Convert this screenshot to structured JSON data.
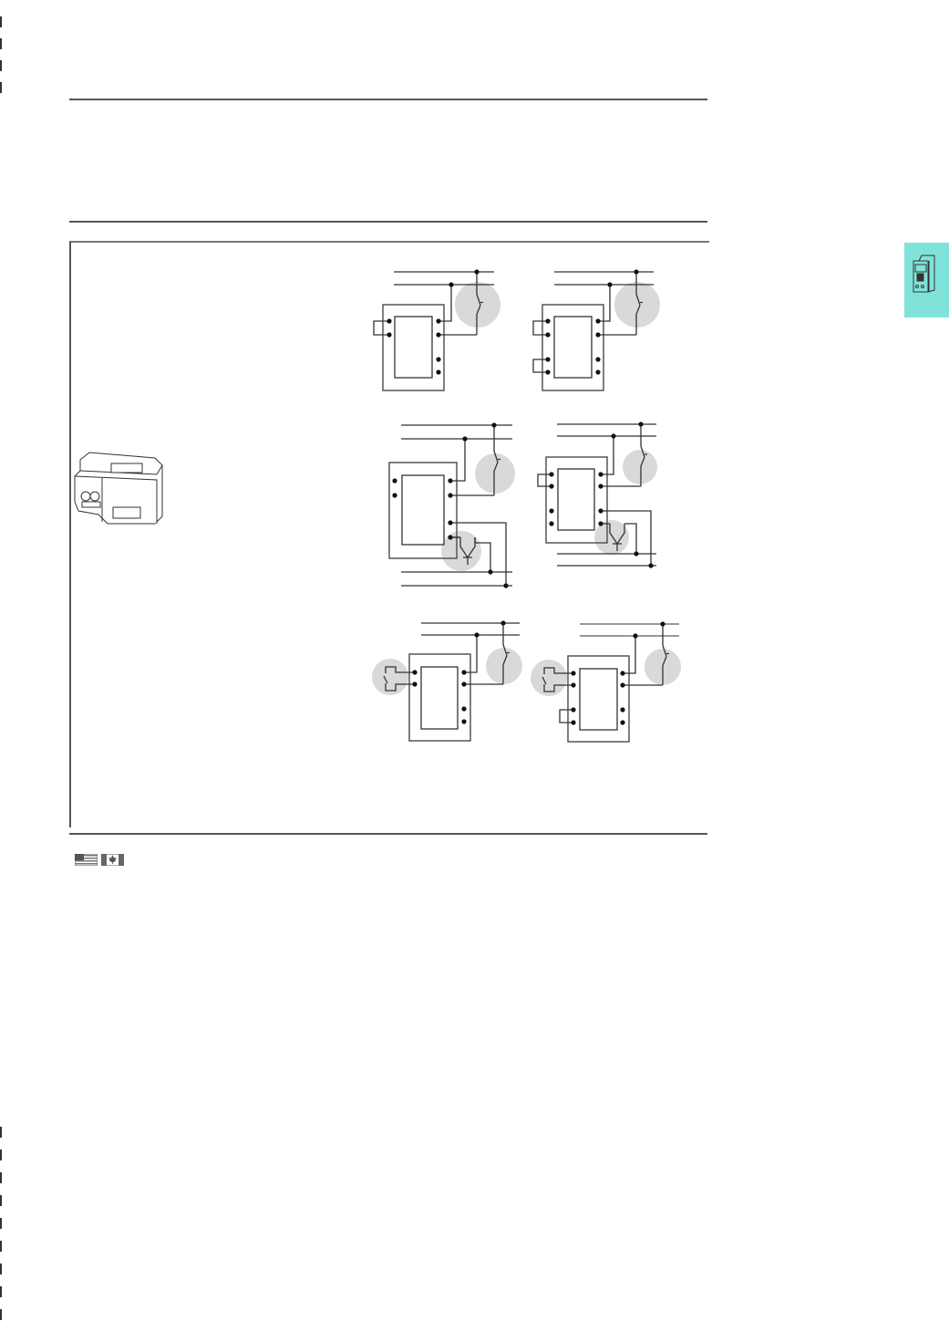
{
  "colors": {
    "section_tab": "#80e3da",
    "highlight_circle": "#d9d9d9",
    "line": "#555555"
  },
  "icons": {
    "tab_icon": "contactor-device-icon",
    "product_image": "modular-relay-device-icon",
    "flags": [
      "usa-flag-icon",
      "canada-flag-icon"
    ]
  },
  "diagrams": [
    {
      "id": "wiring-diagram-1",
      "variant": "two-wire-jumper-left"
    },
    {
      "id": "wiring-diagram-2",
      "variant": "two-wire-double-jumper-left"
    },
    {
      "id": "wiring-diagram-3",
      "variant": "transistor-output"
    },
    {
      "id": "wiring-diagram-4",
      "variant": "transistor-output-jumper"
    },
    {
      "id": "wiring-diagram-5",
      "variant": "external-contact"
    },
    {
      "id": "wiring-diagram-6",
      "variant": "external-contact-jumper"
    }
  ]
}
